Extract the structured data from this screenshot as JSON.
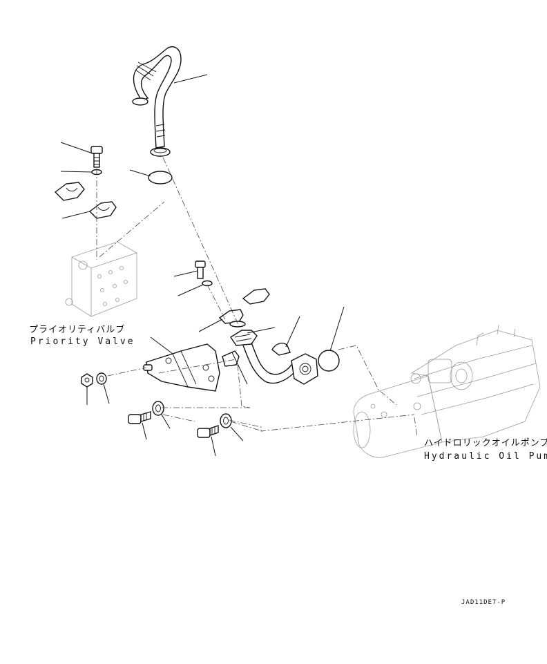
{
  "labels": {
    "priority_valve_jp": "プライオリティバルブ",
    "priority_valve_en": "Priority Valve",
    "hydraulic_pump_jp": "ハイドロリックオイルポンプ",
    "hydraulic_pump_en": "Hydraulic Oil Pump"
  },
  "drawing_code": "JAD11DE7-P",
  "colors": {
    "ink": "#111111",
    "background": "#ffffff"
  }
}
